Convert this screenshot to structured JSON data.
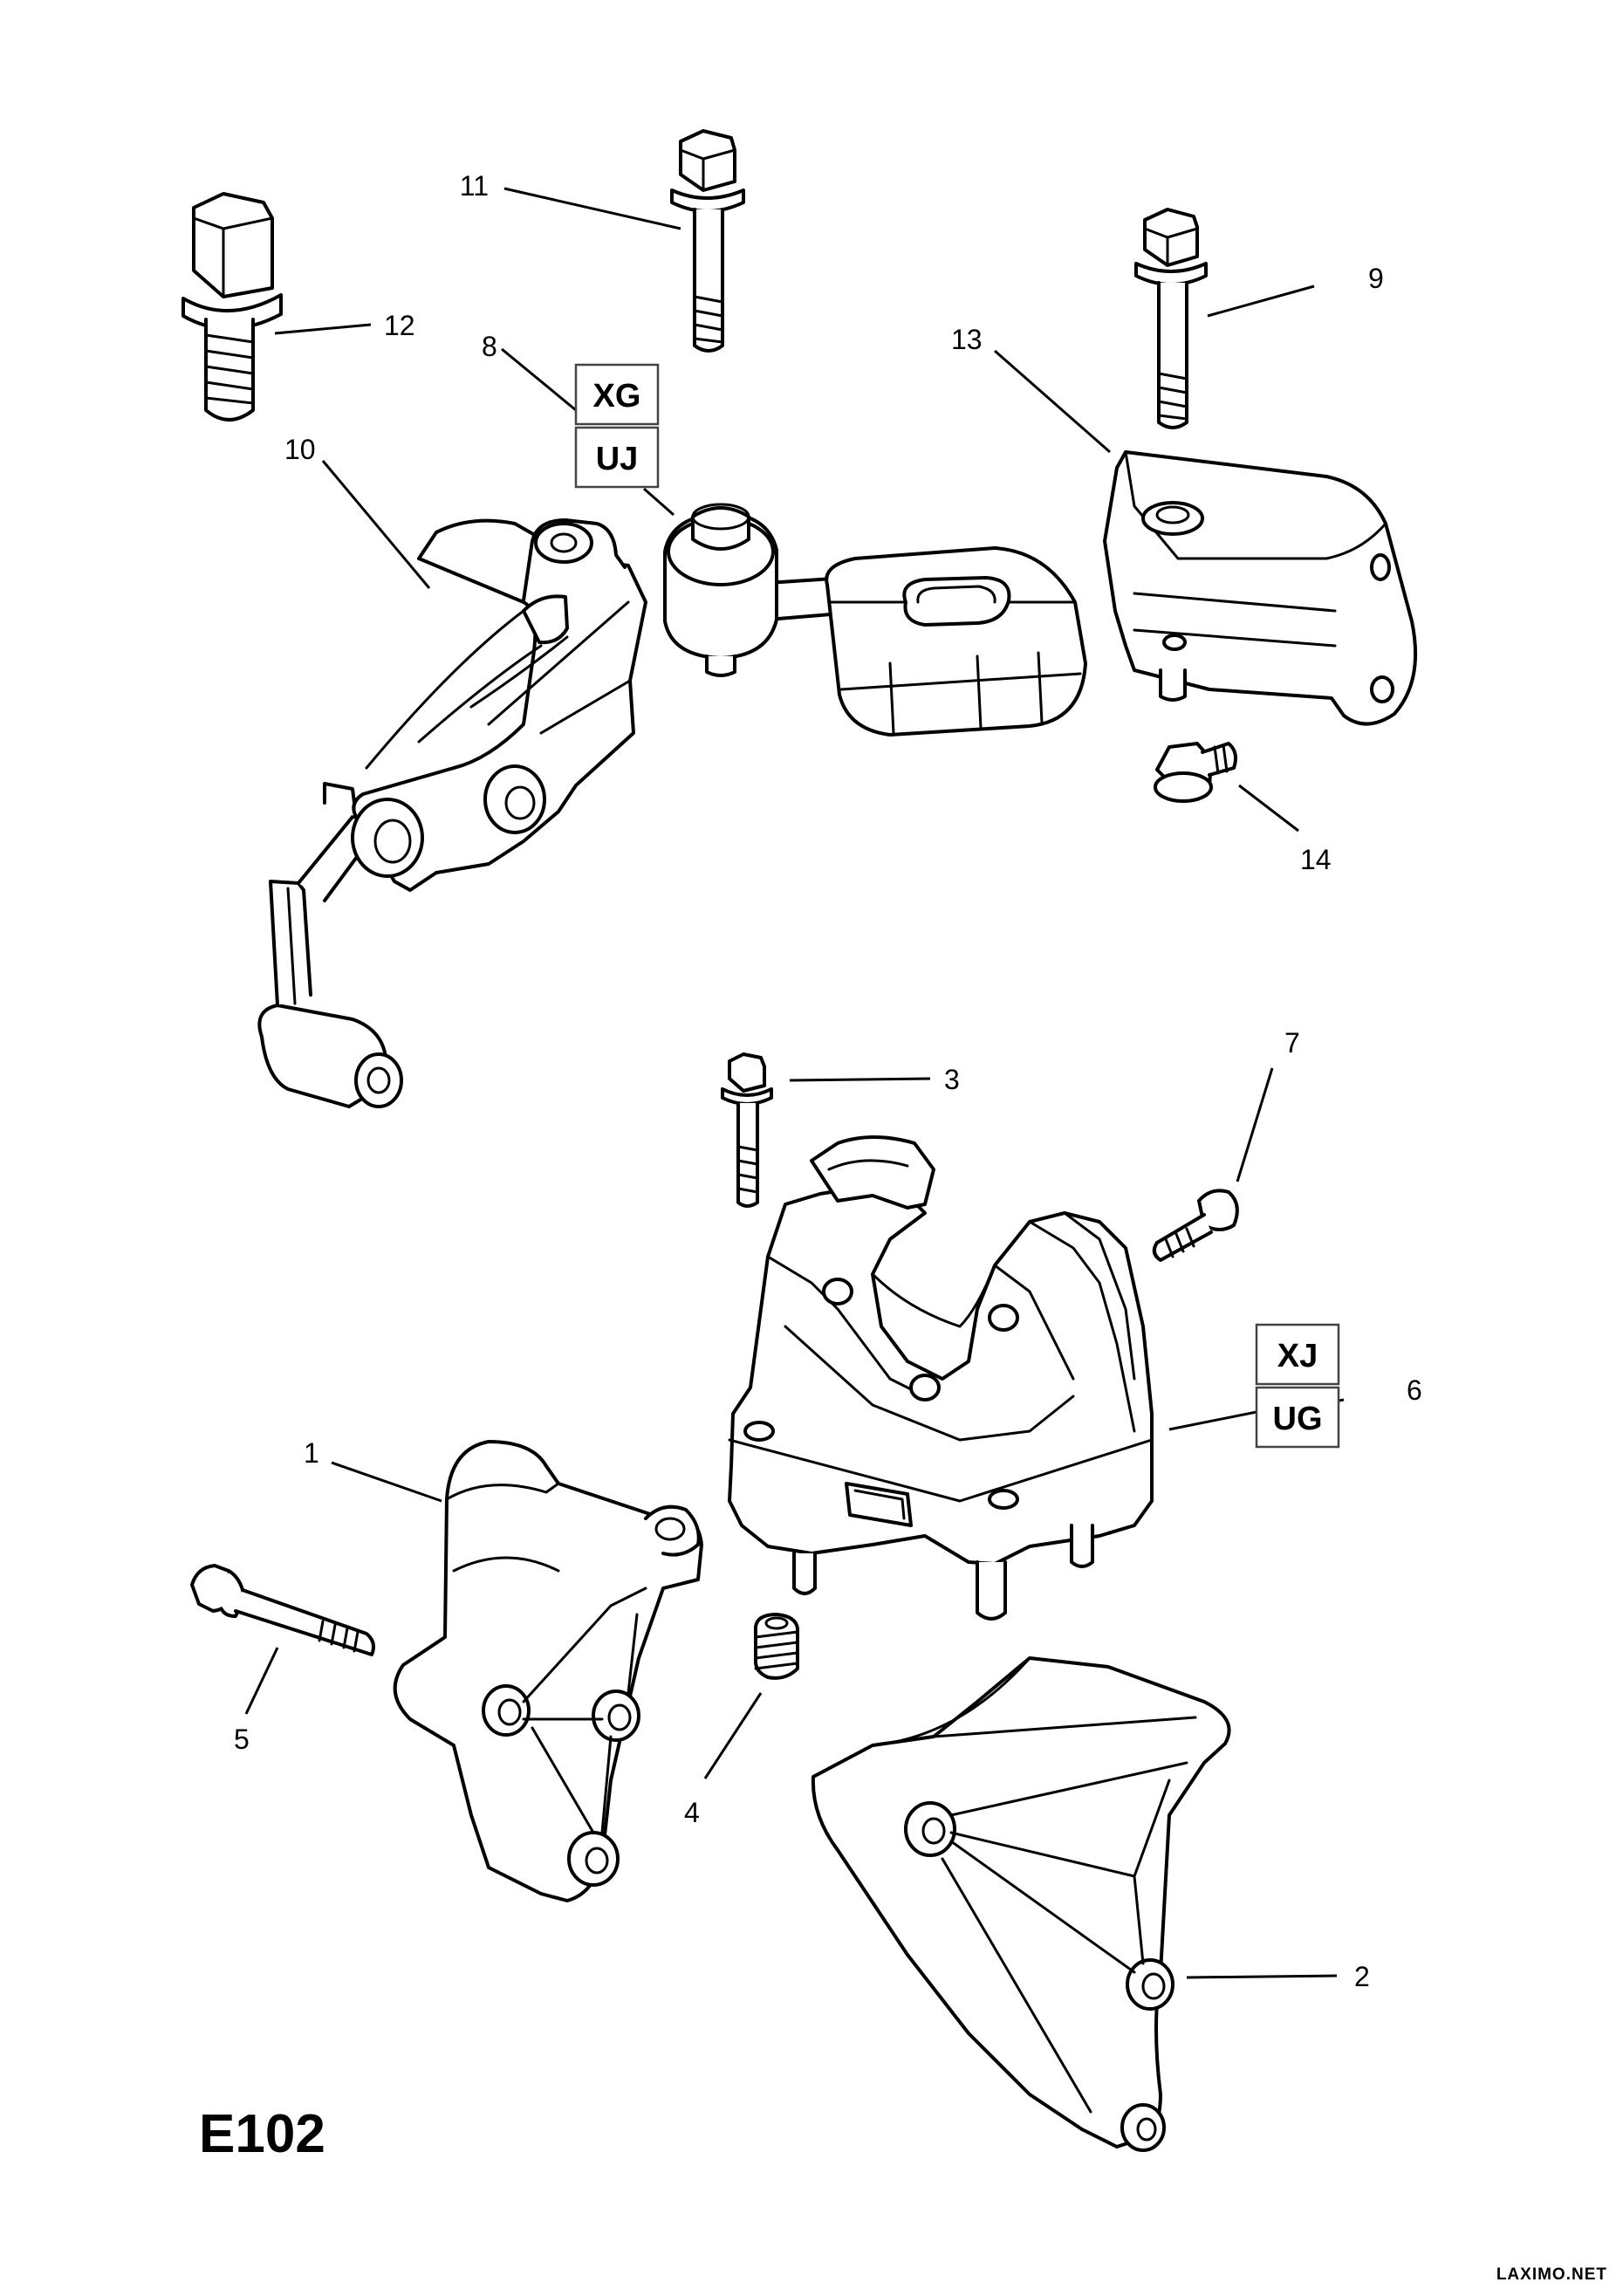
{
  "diagram_title": "E102",
  "watermark": "LAXIMO.NET",
  "callouts": {
    "c1": "1",
    "c2": "2",
    "c3": "3",
    "c4": "4",
    "c5": "5",
    "c6": "6",
    "c7": "7",
    "c8": "8",
    "c9": "9",
    "c10": "10",
    "c11": "11",
    "c12": "12",
    "c13": "13",
    "c14": "14"
  },
  "variant_codes": {
    "part8_top": "XG",
    "part8_bottom": "UJ",
    "part6_top": "XJ",
    "part6_bottom": "UG"
  }
}
